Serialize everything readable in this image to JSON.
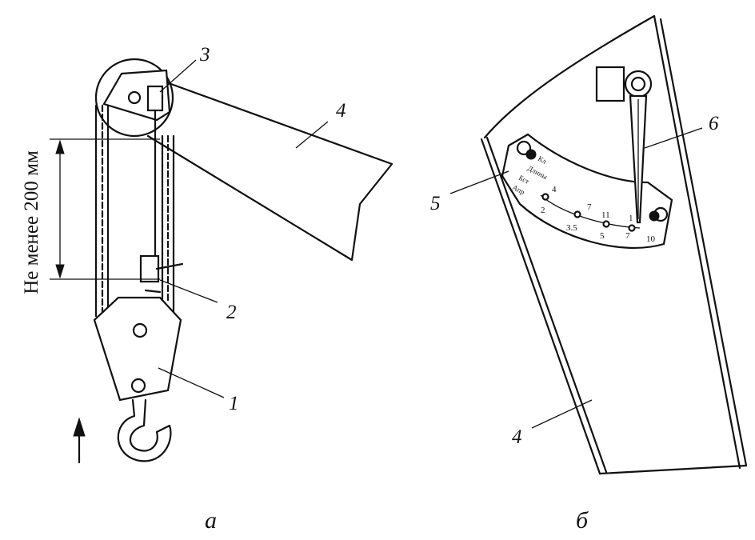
{
  "dimension_label": "Не менее 200 мм",
  "left_view": {
    "caption": "а",
    "callouts": [
      "1",
      "2",
      "3",
      "4"
    ]
  },
  "right_view": {
    "caption": "б",
    "callouts": [
      "4",
      "5",
      "6"
    ],
    "scale_titles": [
      "Кл",
      "Длины",
      "Бст",
      "Апр"
    ],
    "scale_marks_upper": [
      "4",
      "7",
      "11",
      "1"
    ],
    "scale_marks_lower": [
      "2",
      "3.5",
      "5",
      "7",
      "10"
    ]
  }
}
